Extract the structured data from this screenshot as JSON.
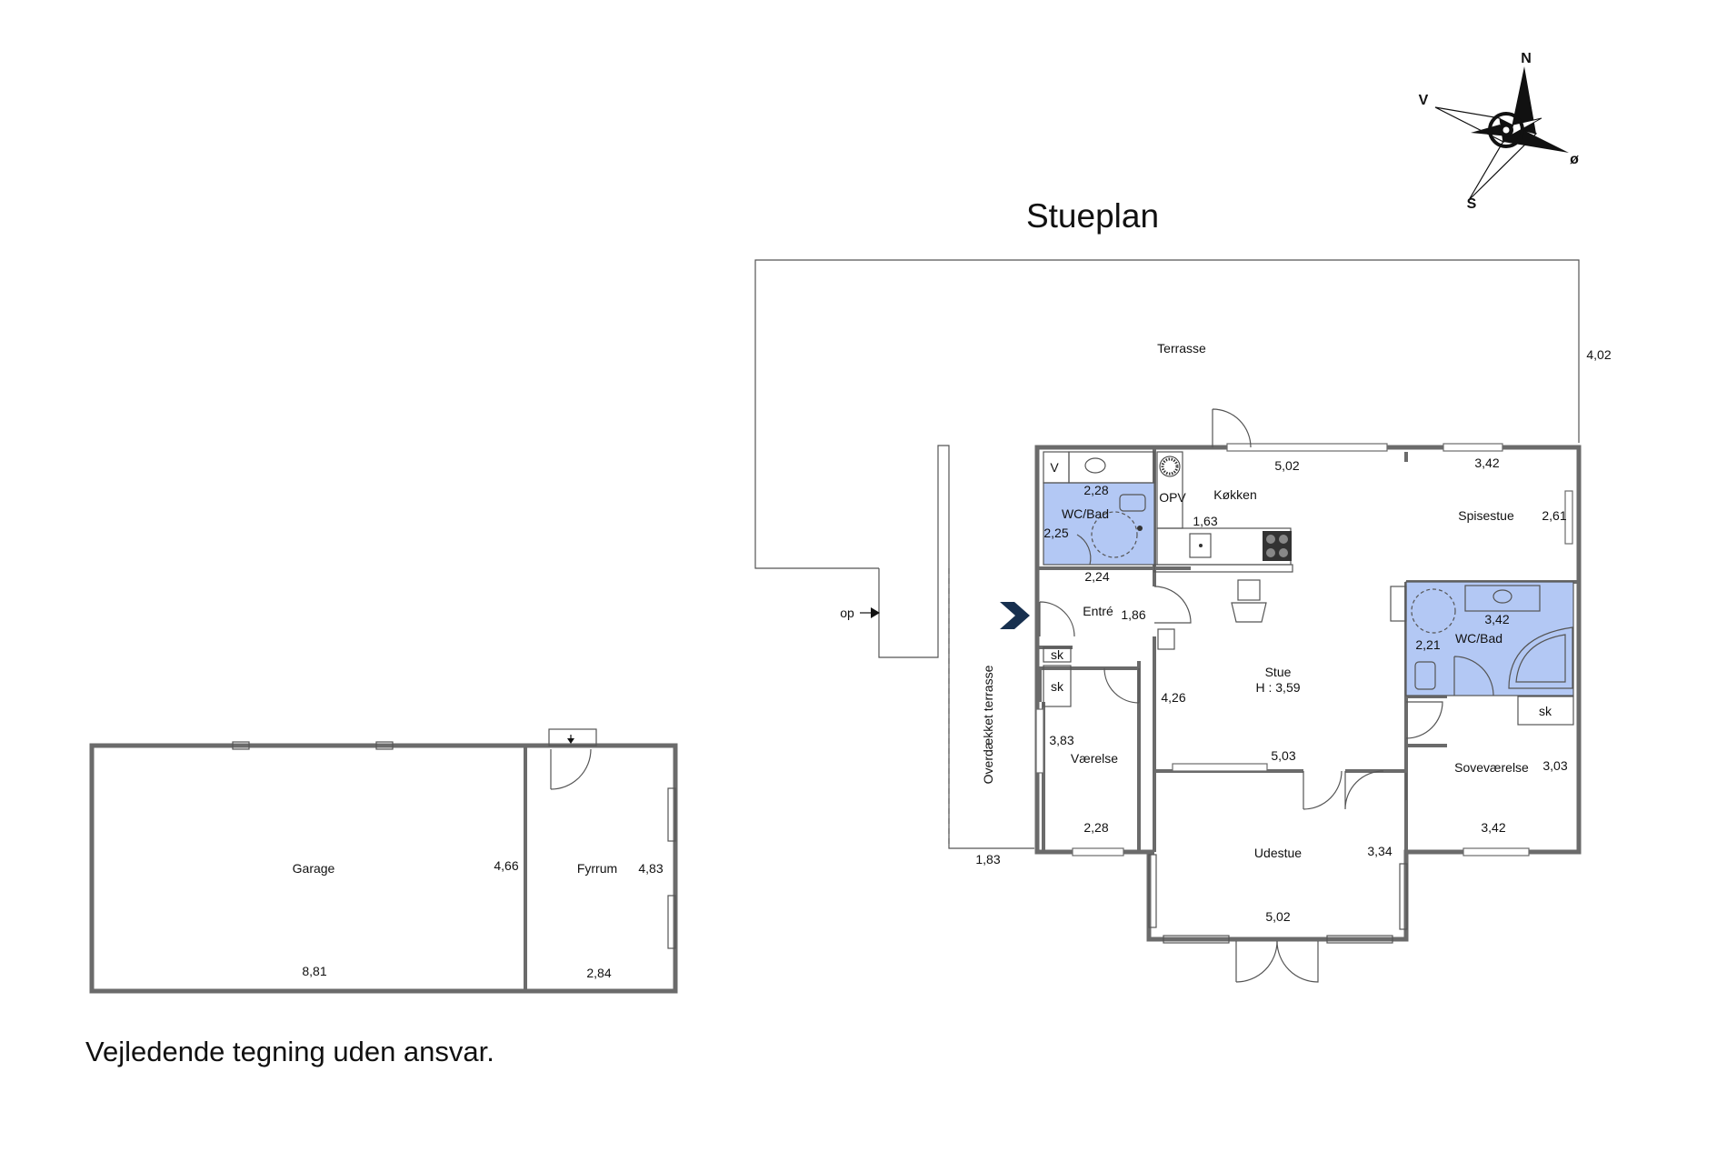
{
  "title": "Stueplan",
  "disclaimer": "Vejledende tegning uden ansvar.",
  "compass": {
    "n": "N",
    "s": "S",
    "e": "ø",
    "w": "V"
  },
  "colors": {
    "bathroom": "#b3c8f4",
    "wall": "#6b6b6b",
    "entrance_arrow": "#17304f"
  },
  "rooms": {
    "terrasse": "Terrasse",
    "overdaekket": "Overdækket terrasse",
    "wc1": "WC/Bad",
    "kokken": "Køkken",
    "opv": "OPV",
    "v": "V",
    "spisestue": "Spisestue",
    "entre": "Entré",
    "sk1": "sk",
    "sk2": "sk",
    "sk3": "sk",
    "stue": "Stue",
    "stue_h": "H : 3,59",
    "wc2": "WC/Bad",
    "vaerelse": "Værelse",
    "sovevaerelse": "Soveværelse",
    "udestue": "Udestue",
    "garage": "Garage",
    "fyrrum": "Fyrrum",
    "op": "op"
  },
  "dims": {
    "terrasse_side": "4,02",
    "kokken_top": "5,02",
    "spise_top": "3,42",
    "spise_side": "2,61",
    "wc1_top": "2,28",
    "wc1_side": "2,25",
    "wc1_bottom": "2,24",
    "kokken_1": "1,63",
    "entre_side": "1,86",
    "wc2_top": "3,42",
    "wc2_side": "2,21",
    "stue_side": "4,26",
    "vaer_side": "3,83",
    "vaer_bottom": "2,28",
    "stue_bottom": "5,03",
    "sove_side": "3,03",
    "sove_bottom": "3,42",
    "overd_bottom": "1,83",
    "udestue_side": "3,34",
    "udestue_bottom": "5,02",
    "garage_side": "4,66",
    "garage_bottom": "8,81",
    "fyrrum_side": "4,83",
    "fyrrum_bottom": "2,84"
  }
}
